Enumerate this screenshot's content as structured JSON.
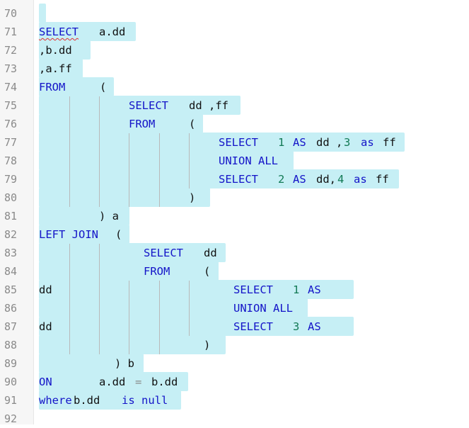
{
  "editor": {
    "line_numbers": [
      "70",
      "71",
      "72",
      "73",
      "74",
      "75",
      "76",
      "77",
      "78",
      "79",
      "80",
      "81",
      "82",
      "83",
      "84",
      "85",
      "86",
      "87",
      "88",
      "89",
      "90",
      "91",
      "92"
    ],
    "lines": [
      [],
      [
        {
          "t": "SELECT",
          "c": "kw",
          "sq": true
        },
        {
          "t": "a.dd",
          "c": "tx"
        }
      ],
      [
        {
          "t": ",b.dd",
          "c": "tx"
        }
      ],
      [
        {
          "t": ",a.ff",
          "c": "tx"
        }
      ],
      [
        {
          "t": "FROM",
          "c": "kw"
        },
        {
          "t": "(",
          "c": "tx"
        }
      ],
      [
        {
          "t": "SELECT",
          "c": "kw"
        },
        {
          "t": "dd ,ff",
          "c": "tx"
        }
      ],
      [
        {
          "t": "FROM",
          "c": "kw"
        },
        {
          "t": "(",
          "c": "tx"
        }
      ],
      [
        {
          "t": "SELECT",
          "c": "kw"
        },
        {
          "t": "1",
          "c": "nm"
        },
        {
          "t": "AS",
          "c": "kw"
        },
        {
          "t": "dd ,",
          "c": "tx"
        },
        {
          "t": "3",
          "c": "nm"
        },
        {
          "t": "as",
          "c": "kw"
        },
        {
          "t": "ff",
          "c": "tx"
        }
      ],
      [
        {
          "t": "UNION ALL",
          "c": "kw"
        }
      ],
      [
        {
          "t": "SELECT",
          "c": "kw"
        },
        {
          "t": "2",
          "c": "nm"
        },
        {
          "t": "AS",
          "c": "kw"
        },
        {
          "t": "dd,",
          "c": "tx"
        },
        {
          "t": "4",
          "c": "nm"
        },
        {
          "t": "as",
          "c": "kw"
        },
        {
          "t": "ff",
          "c": "tx"
        }
      ],
      [
        {
          "t": ")",
          "c": "tx"
        }
      ],
      [
        {
          "t": ") a",
          "c": "tx"
        }
      ],
      [
        {
          "t": "LEFT JOIN",
          "c": "kw"
        },
        {
          "t": "(",
          "c": "tx"
        }
      ],
      [
        {
          "t": "SELECT",
          "c": "kw"
        },
        {
          "t": "dd",
          "c": "tx"
        }
      ],
      [
        {
          "t": "FROM",
          "c": "kw"
        },
        {
          "t": "(",
          "c": "tx"
        }
      ],
      [
        {
          "t": "SELECT",
          "c": "kw"
        },
        {
          "t": "1",
          "c": "nm"
        },
        {
          "t": "AS",
          "c": "kw"
        },
        {
          "t": "dd",
          "c": "tx"
        }
      ],
      [
        {
          "t": "UNION ALL",
          "c": "kw"
        }
      ],
      [
        {
          "t": "SELECT",
          "c": "kw"
        },
        {
          "t": "3",
          "c": "nm"
        },
        {
          "t": "AS",
          "c": "kw"
        },
        {
          "t": "dd",
          "c": "tx"
        }
      ],
      [
        {
          "t": ")",
          "c": "tx"
        }
      ],
      [
        {
          "t": ") b",
          "c": "tx"
        }
      ],
      [
        {
          "t": "ON",
          "c": "kw"
        },
        {
          "t": "a.dd",
          "c": "tx"
        },
        {
          "t": "=",
          "c": "op"
        },
        {
          "t": "b.dd",
          "c": "tx"
        }
      ],
      [
        {
          "t": "where",
          "c": "kw"
        },
        {
          "t": "b.dd",
          "c": "tx"
        },
        {
          "t": "is null",
          "c": "kw"
        }
      ],
      []
    ]
  },
  "colors": {
    "keyword": "#1414c8",
    "number": "#127a55",
    "text": "#111111",
    "selection": "#c6eff5",
    "error_squiggle": "#e23030"
  }
}
